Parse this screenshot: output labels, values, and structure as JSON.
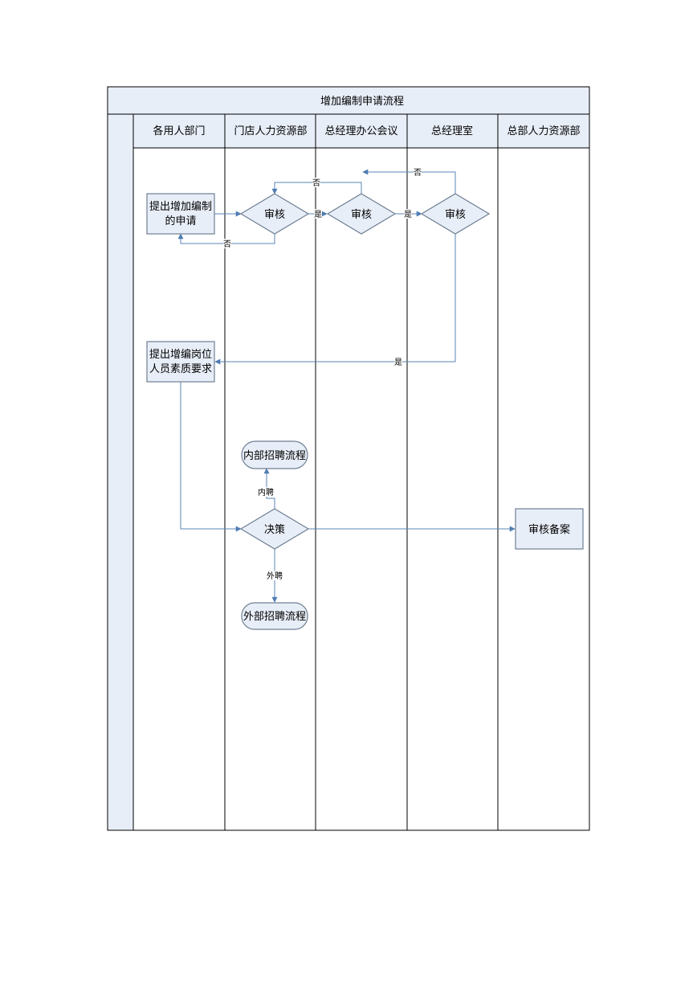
{
  "title": "增加编制申请流程",
  "lanes": [
    {
      "label": "各用人部门"
    },
    {
      "label": "门店人力资源部"
    },
    {
      "label": "总经理办公会议"
    },
    {
      "label": "总经理室"
    },
    {
      "label": "总部人力资源部"
    }
  ],
  "nodes": {
    "apply_box": {
      "line1": "提出增加编制",
      "line2": "的申请"
    },
    "review_1": "审核",
    "review_2": "审核",
    "review_3": "审核",
    "requirements_box": {
      "line1": "提出增编岗位",
      "line2": "人员素质要求"
    },
    "internal_process": "内部招聘流程",
    "decision": "决策",
    "external_process": "外部招聘流程",
    "record_box": "审核备案"
  },
  "edge_labels": {
    "no_1": "否",
    "no_2": "否",
    "no_3": "否",
    "yes_1": "是",
    "yes_2": "是",
    "yes_3": "是",
    "internal": "内聘",
    "external": "外聘"
  },
  "colors": {
    "line": "#5b86b5",
    "header_fill": "#e8eef8",
    "shape_fill": "#e8eef8",
    "shape_stroke": "#6f7f93",
    "grid": "#000000"
  }
}
